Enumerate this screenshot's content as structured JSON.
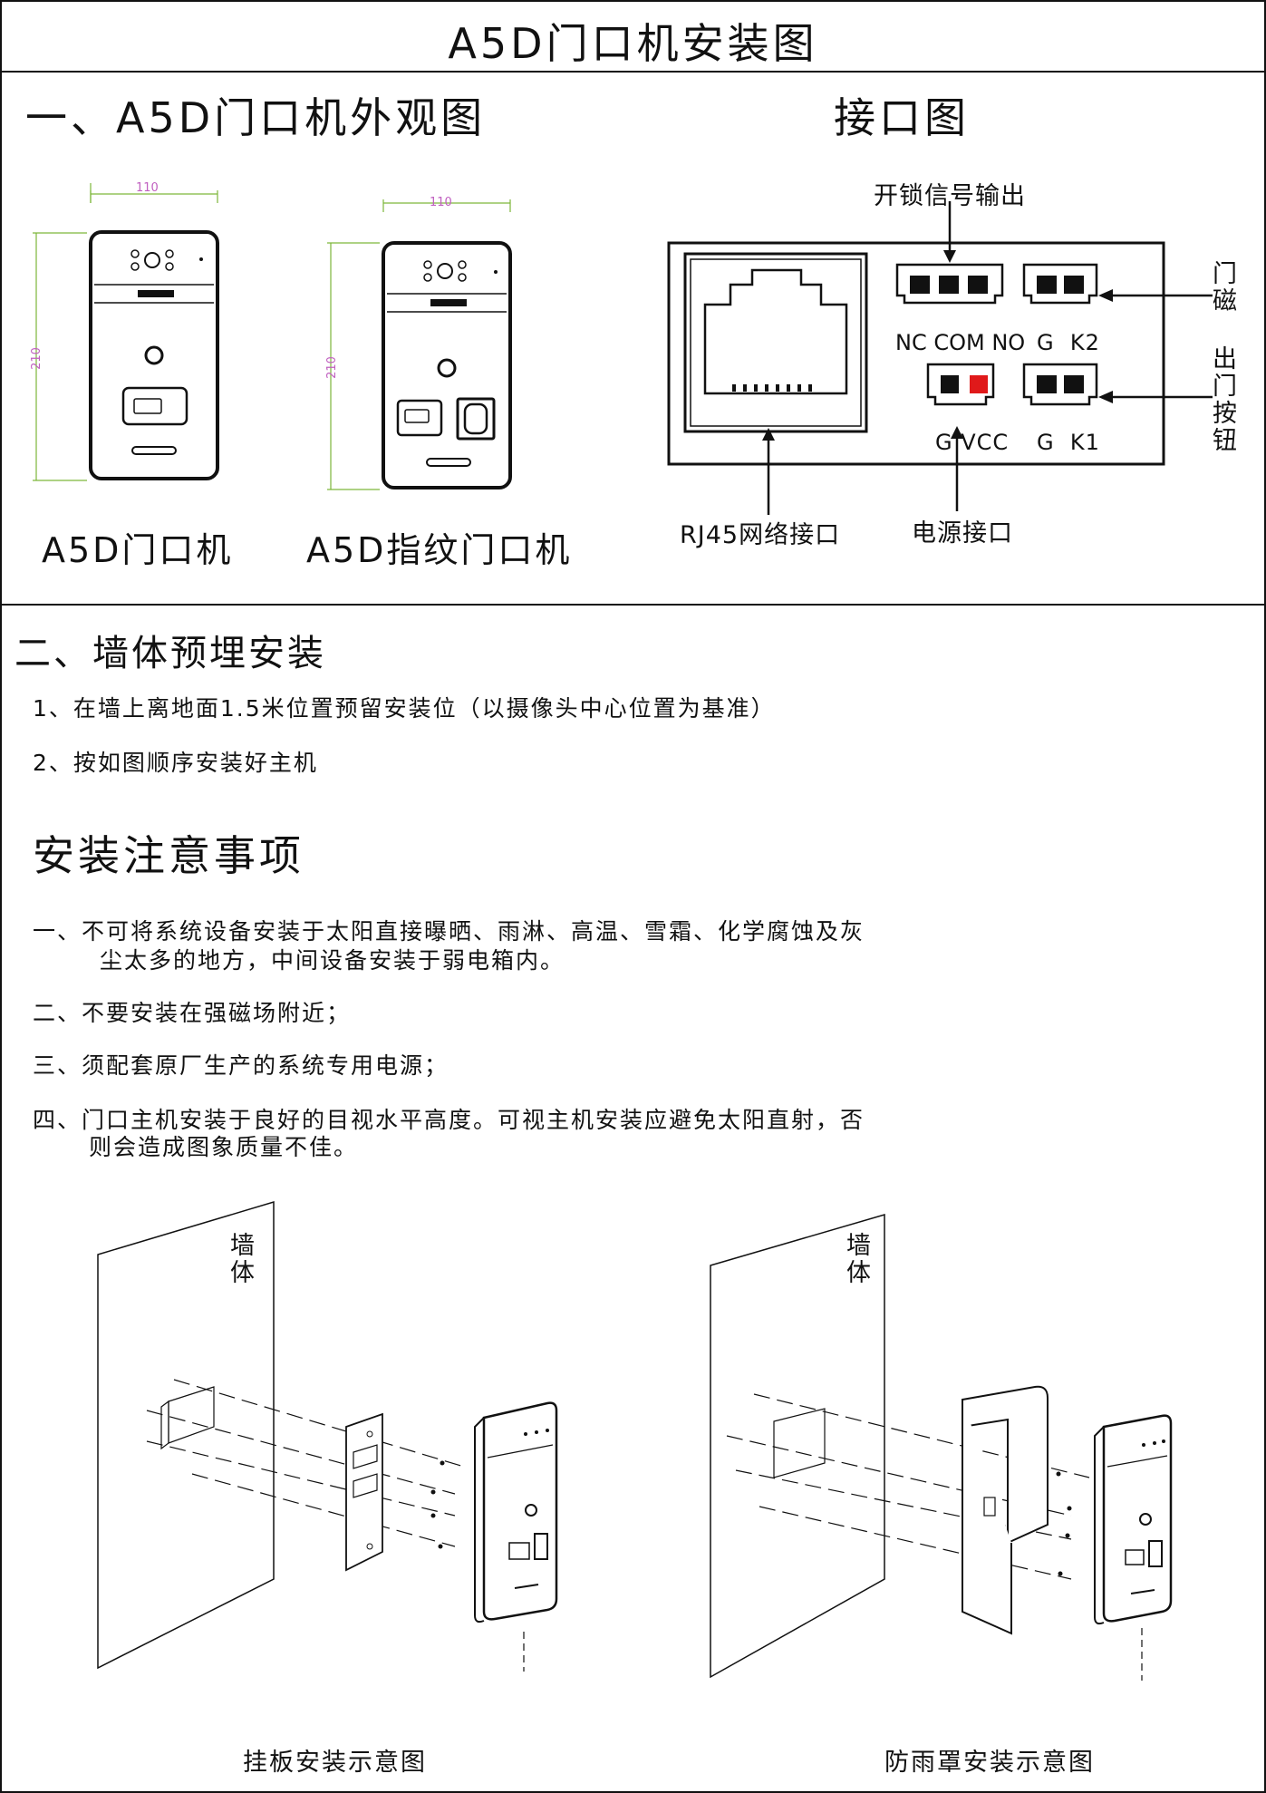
{
  "title": "A5D门口机安装图",
  "section1": {
    "heading": "一、A5D门口机外观图",
    "interface_heading": "接口图",
    "device1_caption": "A5D门口机",
    "device2_caption": "A5D指纹门口机",
    "dim_width": "110",
    "dim_height": "210"
  },
  "interface": {
    "unlock_output": "开锁信号输出",
    "door_magnet": [
      "门",
      "磁"
    ],
    "exit_button": [
      "出",
      "门",
      "按",
      "钮"
    ],
    "relay_pins": "NC COM NO",
    "k2_pins": "G  K2",
    "power_pins": "G VCC",
    "k1_pins": "G  K1",
    "rj45": "RJ45网络接口",
    "power": "电源接口",
    "colors": {
      "vcc_pin": "#e0191a",
      "pin": "#111111"
    }
  },
  "section2": {
    "heading": "二、墙体预埋安装",
    "items": [
      "1、在墙上离地面1.5米位置预留安装位（以摄像头中心位置为基准）",
      "2、按如图顺序安装好主机"
    ]
  },
  "notes": {
    "heading": "安装注意事项",
    "item1_line1": "一、不可将系统设备安装于太阳直接曝晒、雨淋、高温、雪霜、化学腐蚀及灰",
    "item1_line2": "尘太多的地方，中间设备安装于弱电箱内。",
    "item2": "二、不要安装在强磁场附近；",
    "item3": "三、须配套原厂生产的系统专用电源；",
    "item4_line1": "四、门口主机安装于良好的目视水平高度。可视主机安装应避免太阳直射，否",
    "item4_line2": "则会造成图象质量不佳。"
  },
  "install": {
    "wall_label_1": [
      "墙",
      "体"
    ],
    "wall_label_2": [
      "墙",
      "体"
    ],
    "caption_left": "挂板安装示意图",
    "caption_right": "防雨罩安装示意图"
  }
}
